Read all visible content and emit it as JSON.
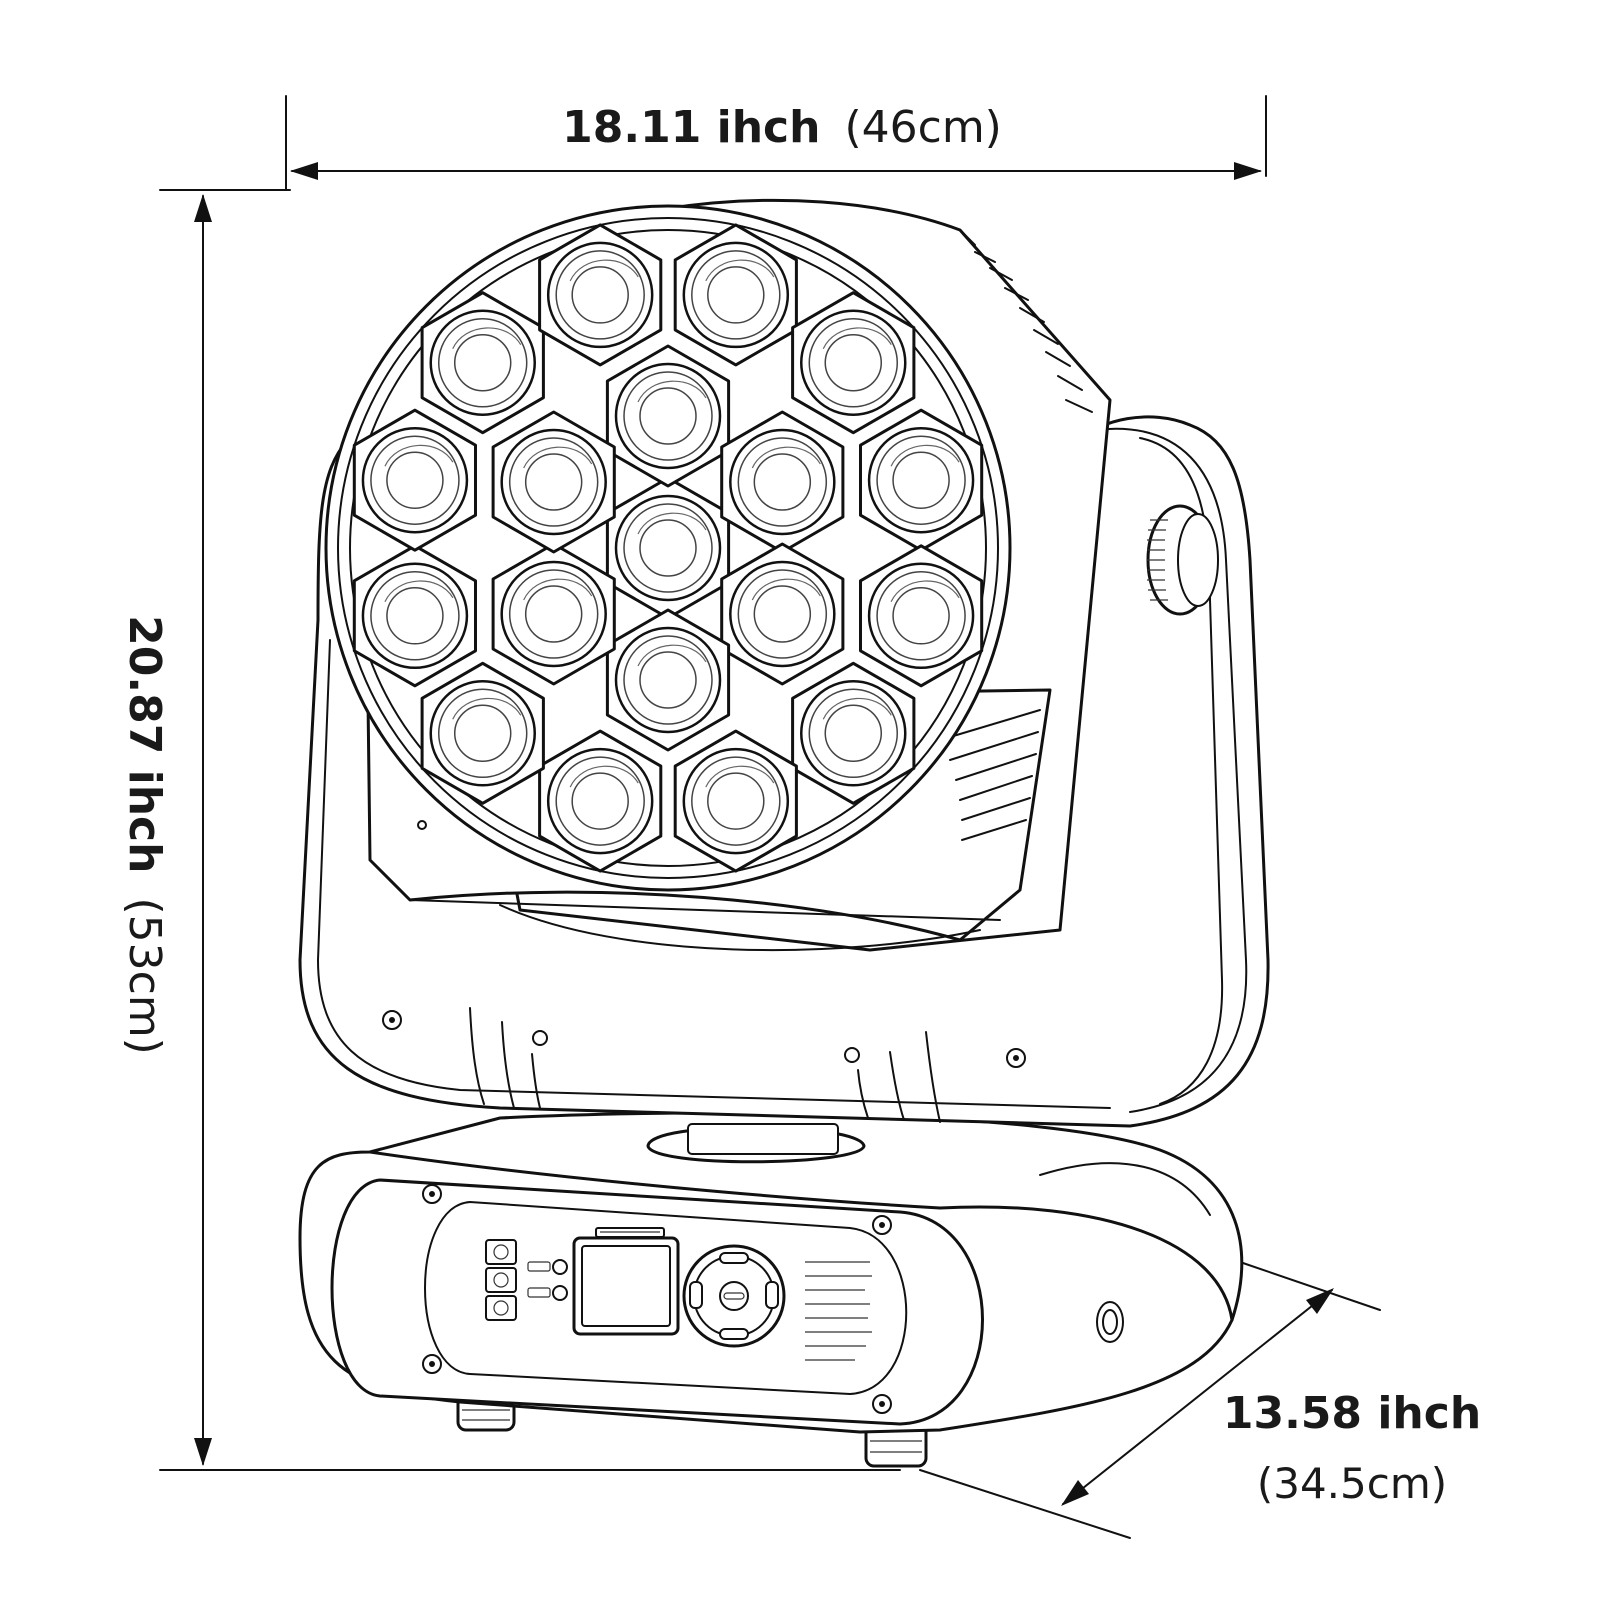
{
  "dimensions": {
    "width": {
      "value": "18.11 ihch",
      "metric": "(46cm)"
    },
    "height": {
      "value": "20.87 ihch",
      "metric": "(53cm)"
    },
    "depth": {
      "value": "13.58 ihch",
      "metric": "(34.5cm)"
    }
  },
  "fixture": {
    "led_count": 19,
    "base_panel": {
      "buttons": [
        "up",
        "left",
        "enter",
        "right",
        "down"
      ]
    }
  }
}
